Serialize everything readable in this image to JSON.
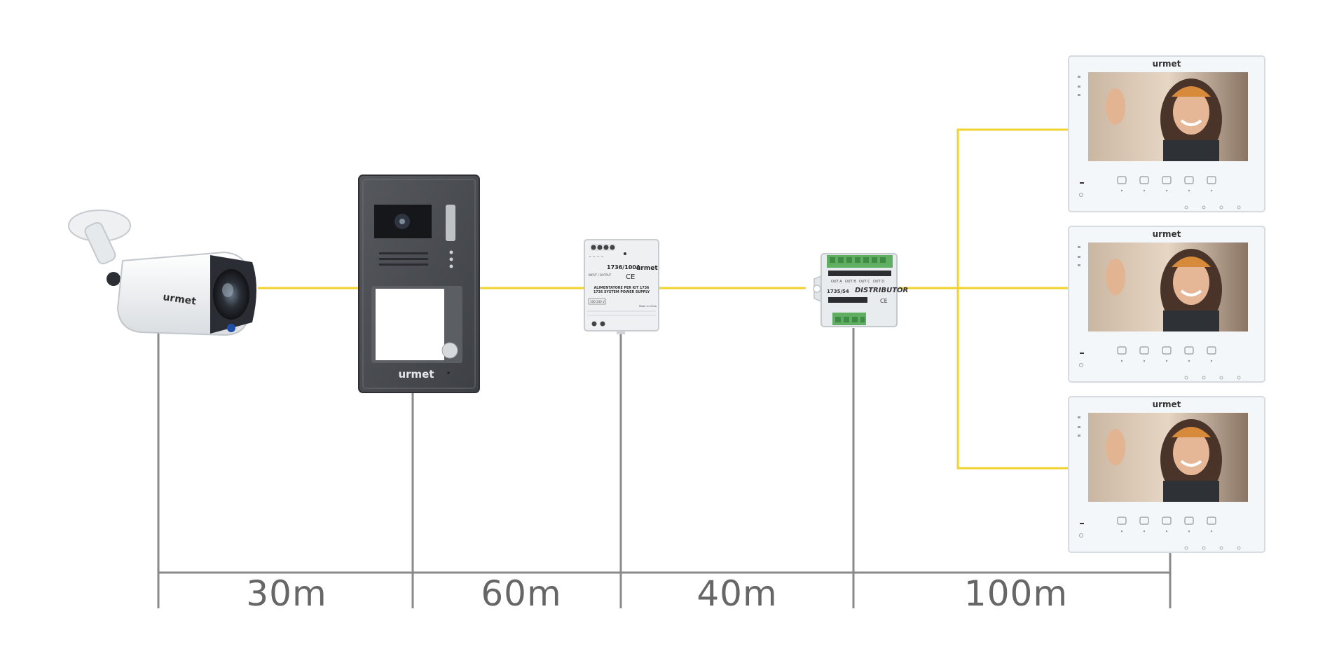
{
  "colors": {
    "cable": "#F2D22E",
    "measure": "#8A8A8A",
    "text": "#666666",
    "panel": "#4A4D52",
    "monitor_frame": "#F4F7F9",
    "terminal_green": "#5FAE62"
  },
  "devices": {
    "camera": {
      "icon": "bullet-camera-icon",
      "brand": "urmet"
    },
    "door_panel": {
      "icon": "door-entry-panel-icon",
      "brand": "urmet"
    },
    "power_supply": {
      "icon": "power-supply-icon",
      "model": "1736/100A",
      "brand": "urmet",
      "title_line1": "ALIMENTATORE PER KIT 1736",
      "title_line2": "1736 SYSTEM POWER SUPPLY",
      "input_label": "100-240 V",
      "made_in": "Made in China"
    },
    "distributor": {
      "icon": "distributor-icon",
      "model": "1735/54",
      "label": "DISTRIBUTOR",
      "out_labels": [
        "OUT A",
        "OUT B",
        "OUT C",
        "OUT D"
      ]
    },
    "monitors": [
      {
        "icon": "video-monitor-icon",
        "brand": "urmet"
      },
      {
        "icon": "video-monitor-icon",
        "brand": "urmet"
      },
      {
        "icon": "video-monitor-icon",
        "brand": "urmet"
      }
    ]
  },
  "distances": [
    {
      "label": "30m"
    },
    {
      "label": "60m"
    },
    {
      "label": "40m"
    },
    {
      "label": "100m"
    }
  ]
}
